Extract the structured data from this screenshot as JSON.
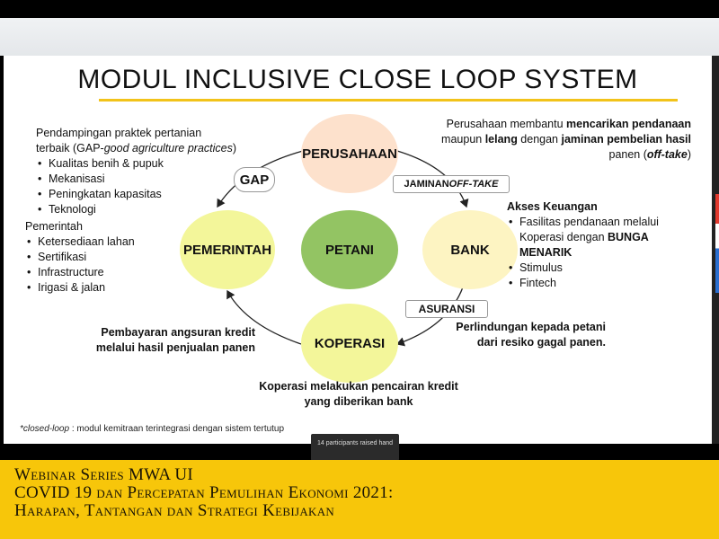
{
  "slide": {
    "title": "MODUL INCLUSIVE CLOSE LOOP SYSTEM",
    "circles": {
      "perusahaan": "PERUSAHAAN",
      "pemerintah": "PEMERINTAH",
      "petani": "PETANI",
      "bank": "BANK",
      "koperasi": "KOPERASI"
    },
    "labels": {
      "gap": "GAP",
      "jaminan_prefix": "JAMINAN ",
      "jaminan_italic": "OFF-TAKE",
      "asuransi": "ASURANSI"
    },
    "top_left": {
      "line1": "Pendampingan praktek pertanian",
      "line2_a": "terbaik (GAP-",
      "line2_b": "good agriculture practices",
      "line2_c": ")",
      "items": [
        "Kualitas benih & pupuk",
        "Mekanisasi",
        "Peningkatan kapasitas",
        "Teknologi"
      ]
    },
    "mid_left": {
      "heading": "Pemerintah",
      "items": [
        "Ketersediaan lahan",
        "Sertifikasi",
        "Infrastructure",
        "Irigasi & jalan"
      ]
    },
    "top_right": {
      "p1": "Perusahaan",
      "p2": " membantu ",
      "p3": "mencarikan pendanaan",
      "p4": "maupun ",
      "p5": "lelang",
      "p6": " dengan ",
      "p7": "jaminan pembelian hasil",
      "p8": "panen (",
      "p9": "off-take",
      "p10": ")"
    },
    "mid_right": {
      "heading": "Akses Keuangan",
      "item1_a": "Fasilitas pendanaan melalui",
      "item1_b": "Koperasi dengan ",
      "item1_c": "BUNGA",
      "item1_d": "MENARIK",
      "items": [
        "Stimulus",
        "Fintech"
      ]
    },
    "bot_right": {
      "line1": "Perlindungan kepada petani",
      "line2": "dari resiko gagal panen."
    },
    "bot_left": {
      "line1": "Pembayaran angsuran kredit",
      "line2": "melalui hasil penjualan panen"
    },
    "bot_center": {
      "line1": "Koperasi melakukan pencairan kredit",
      "line2": "yang diberikan bank"
    },
    "footnote_italic": "*closed-loop",
    "footnote_rest": " : modul kemitraan terintegrasi dengan sistem tertutup"
  },
  "meeting": {
    "participants_notice": "14 participants raised hand"
  },
  "banner": {
    "line1": "Webinar Series MWA UI",
    "line2": "COVID 19 dan Percepatan Pemulihan Ekonomi 2021:",
    "line3": "Harapan, Tantangan dan Strategi Kebijakan"
  },
  "colors": {
    "accent": "#f2c31a",
    "banner": "#f7c60a",
    "petani": "#93c463",
    "perusahaan": "#fde1cc",
    "pemerintah": "#f3f69a",
    "bank": "#fdf4c2"
  }
}
